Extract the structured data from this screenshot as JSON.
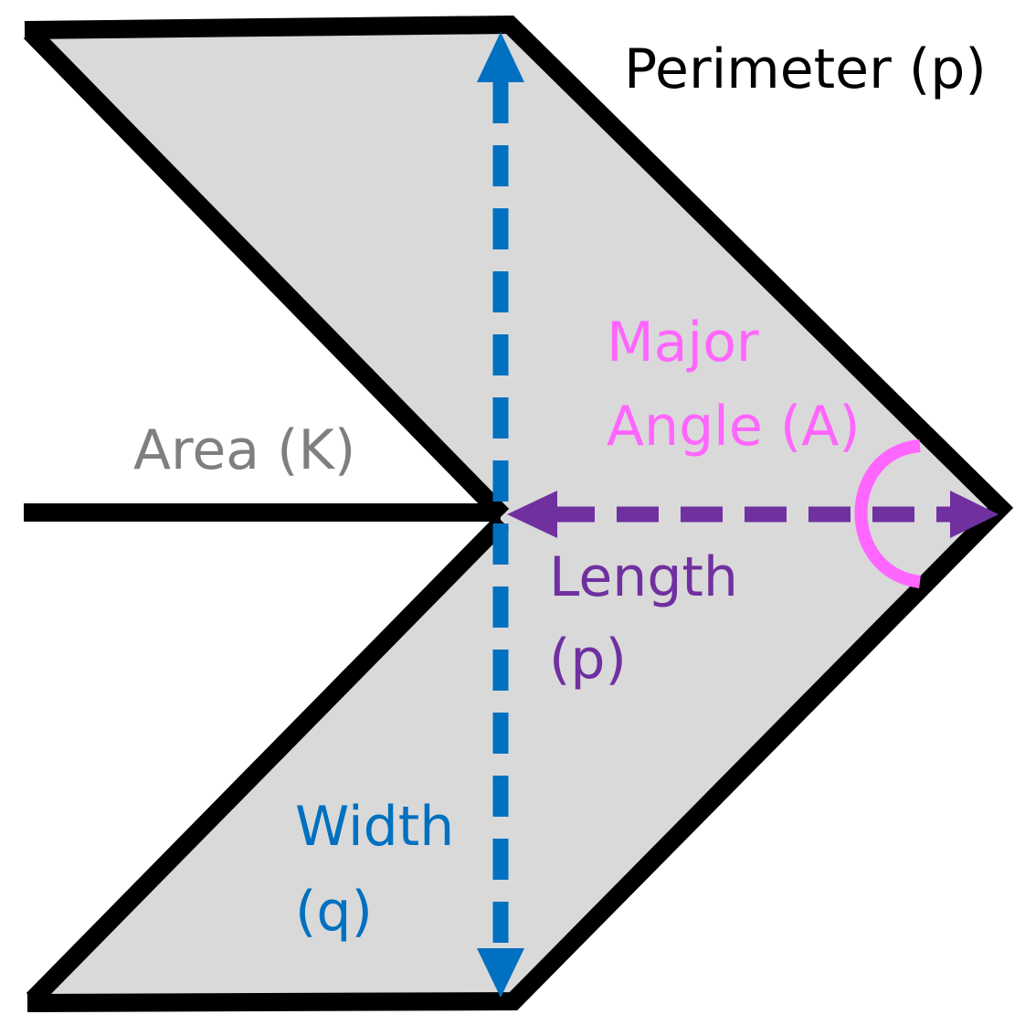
{
  "labels": {
    "perimeter": "Perimeter (p)",
    "area": "Area (K)",
    "major_angle_line1": "Major",
    "major_angle_line2": "Angle (A)",
    "length_line1": "Length",
    "length_line2": "(p)",
    "width_line1": "Width",
    "width_line2": "(q)"
  },
  "colors": {
    "fill": "#d9d9d9",
    "outline": "#000000",
    "perimeter": "#000000",
    "area": "#7f7f7f",
    "major_angle": "#ff66ff",
    "length": "#7030a0",
    "width": "#0070c0"
  }
}
